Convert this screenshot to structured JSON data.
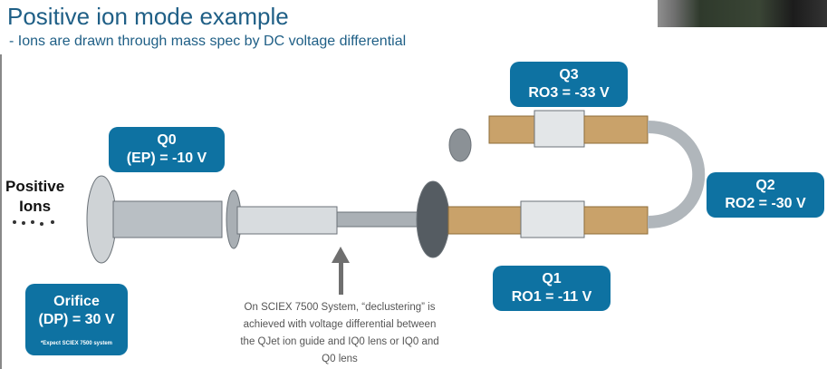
{
  "slide": {
    "title": "Positive ion mode example",
    "subtitle": "- Ions are drawn through mass spec by DC voltage differential",
    "ions_label_1": "Positive",
    "ions_label_2": "Ions",
    "boxes": {
      "q0": {
        "l1": "Q0",
        "l2": "(EP) = -10 V"
      },
      "orifice": {
        "l1": "Orifice",
        "l2": "(DP) = 30 V",
        "note": "*Expect SCIEX 7500 system"
      },
      "q3": {
        "l1": "Q3",
        "l2": "RO3 = -33 V"
      },
      "q2": {
        "l1": "Q2",
        "l2": "RO2 = -30 V"
      },
      "q1": {
        "l1": "Q1",
        "l2": "RO1 = -11 V"
      }
    },
    "note": "On SCIEX 7500 System, “declustering” is achieved with voltage differential between the QJet ion guide and IQ0 lens or IQ0 and Q0 lens"
  },
  "colors": {
    "box": "#0e72a2",
    "title": "#1f5f86"
  }
}
